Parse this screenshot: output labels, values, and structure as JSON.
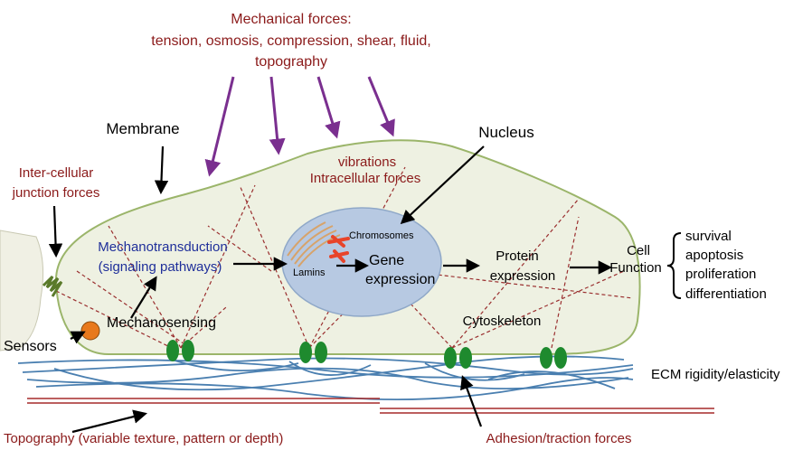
{
  "title": {
    "line1": "Mechanical forces:",
    "line2": "tension, osmosis, compression, shear, fluid,",
    "line3": "topography"
  },
  "labels": {
    "membrane": "Membrane",
    "nucleus": "Nucleus",
    "junction_line1": "Inter-cellular",
    "junction_line2": "junction forces",
    "vibrations": "vibrations",
    "intracellular": "Intracellular forces",
    "mechanotransduction": "Mechanotransduction",
    "signaling": "(signaling pathways)",
    "chromosomes": "Chromosomes",
    "lamins": "Lamins",
    "gene_line1": "Gene",
    "gene_line2": "expression",
    "protein_line1": "Protein",
    "protein_line2": "expression",
    "cell_line1": "Cell",
    "cell_line2": "Function",
    "mechanosensing": "Mechanosensing",
    "sensors": "Sensors",
    "cytoskeleton": "Cytoskeleton",
    "ecm": "ECM rigidity/elasticity",
    "topography": "Topography (variable texture, pattern or depth)",
    "adhesion": "Adhesion/traction forces"
  },
  "cell_functions": [
    "survival",
    "apoptosis",
    "proliferation",
    "differentiation"
  ],
  "colors": {
    "force_text": "#8b1a1a",
    "signal_text": "#1f2f9a",
    "force_arrow": "#7a2f8f",
    "cell_fill": "#eef1e2",
    "cell_outline": "#9bb56a",
    "nucleus_fill": "#b7c9e2",
    "fiber": "#4a7fb0",
    "substrate": "#a52a2a",
    "adhesion": "#1e8a2e",
    "sensor": "#e8791c",
    "chromosome": "#e8442a",
    "lamin": "#d7a36a"
  }
}
